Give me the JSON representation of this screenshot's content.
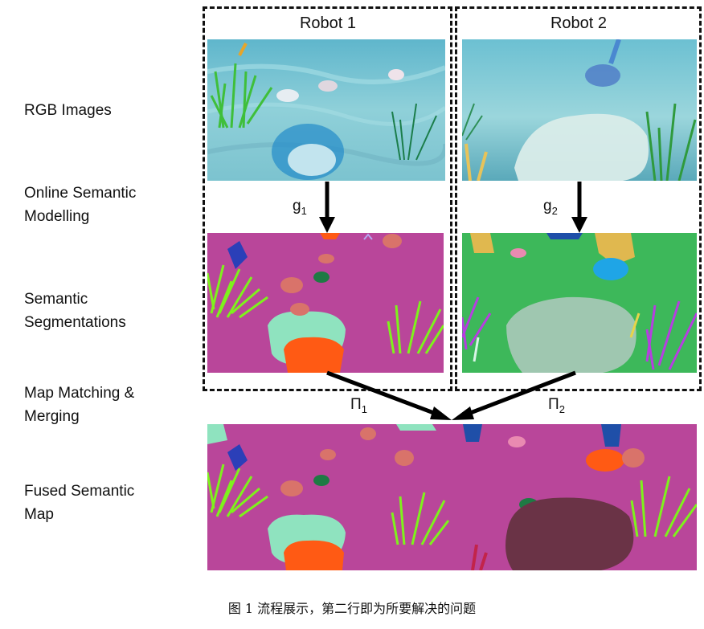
{
  "rows": {
    "rgb": [
      "RGB Images"
    ],
    "modelling": [
      "Online Semantic",
      "Modelling"
    ],
    "segmentation": [
      "Semantic",
      "Segmentations"
    ],
    "matching": [
      "Map Matching &",
      "Merging"
    ],
    "fused": [
      "Fused Semantic",
      "Map"
    ]
  },
  "robots": [
    {
      "title": "Robot 1",
      "modelling_op": "g",
      "modelling_sub": "1",
      "merge_op": "Π",
      "merge_sub": "1"
    },
    {
      "title": "Robot 2",
      "modelling_op": "g",
      "modelling_sub": "2",
      "merge_op": "Π",
      "merge_sub": "2"
    }
  ],
  "caption": "图 1 流程展示，第二行即为所要解决的问题",
  "colors": {
    "background_magenta": "#b9469a",
    "background_green": "#3db85a",
    "grass_green": "#7ef21c",
    "coral_orange": "#ff5a14",
    "mint": "#8fe3bf",
    "salmon": "#d9736a",
    "dark_brown": "#6a3346"
  }
}
